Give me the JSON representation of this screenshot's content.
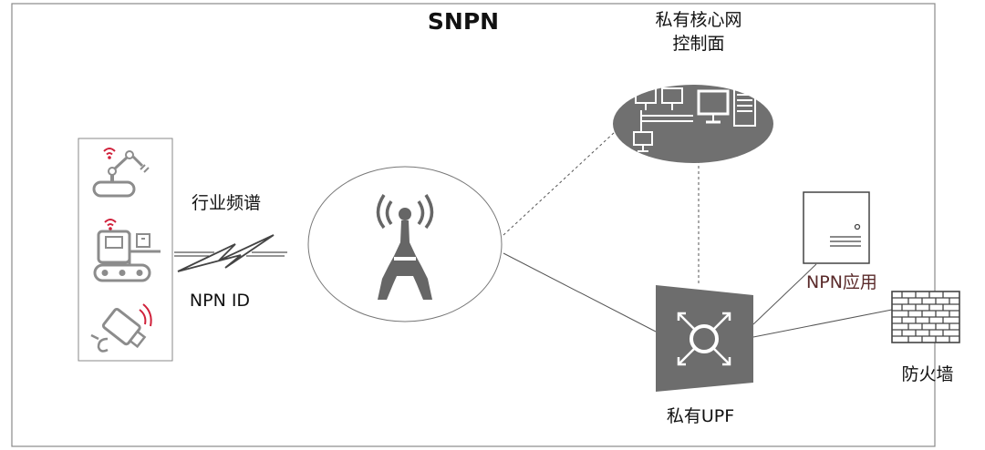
{
  "labels": {
    "title": "SNPN",
    "core_control_line1": "私有核心网",
    "core_control_line2": "控制面",
    "spectrum": "行业频谱",
    "npn_id": "NPN ID",
    "npn_app": "NPN应用",
    "private_upf": "私有UPF",
    "firewall": "防火墙"
  },
  "colors": {
    "frame": "#8a8a8a",
    "text": "#111111",
    "npn_app_text": "#5a2a2a",
    "device_gray": "#8c8c8c",
    "device_dark": "#606060",
    "wireless_red": "#d0203a",
    "core_fill": "#707070",
    "upf_fill": "#6d6d6d",
    "link_line": "#555555"
  },
  "icons": [
    "robot-arm-icon",
    "agv-icon",
    "usb-modem-icon",
    "base-station-icon",
    "server-network-icon",
    "upf-switch-icon",
    "app-server-icon",
    "firewall-icon",
    "lightning-link-icon"
  ]
}
